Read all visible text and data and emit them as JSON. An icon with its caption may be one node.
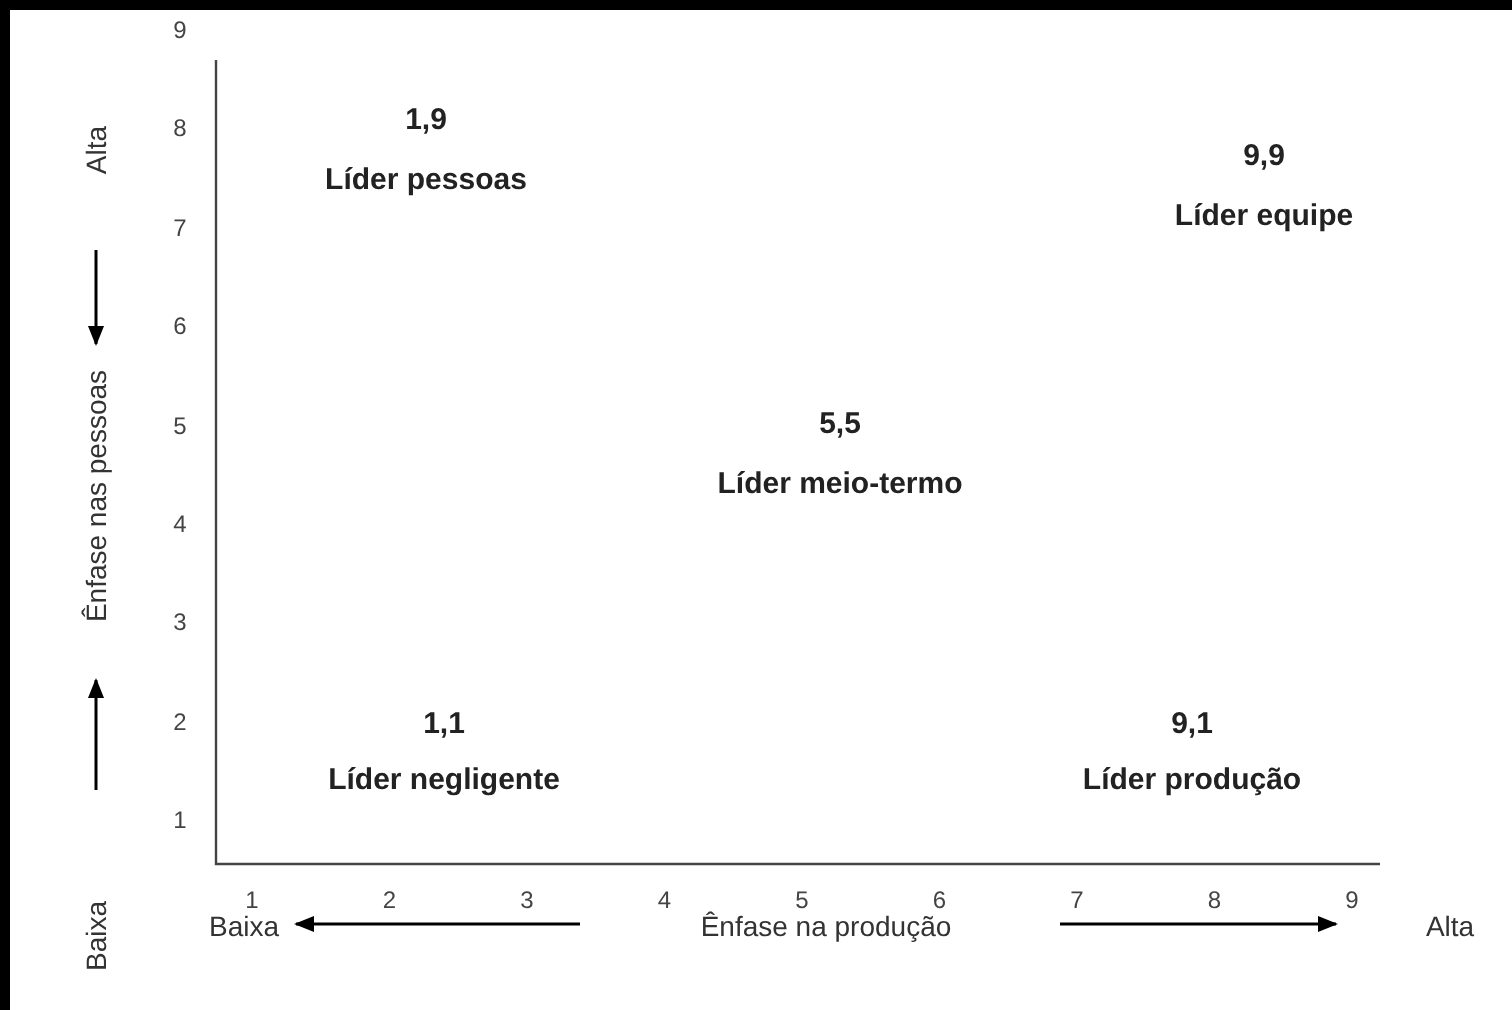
{
  "diagram": {
    "labels": [
      "Alta",
      "Ênfase nas pessoas",
      "Baixa",
      "9",
      "8",
      "7",
      "6",
      "5",
      "4",
      "3",
      "2",
      "1",
      "1,9",
      "Líder pessoas",
      "9,9",
      "Líder equipe",
      "5,5",
      "Líder meio-termo",
      "1,1",
      "Líder negligente",
      "9,1",
      "Líder produção",
      "1",
      "2",
      "3",
      "4",
      "5",
      "6",
      "7",
      "8",
      "9",
      "Baixa",
      "Ênfase na produção",
      "Alta"
    ]
  }
}
